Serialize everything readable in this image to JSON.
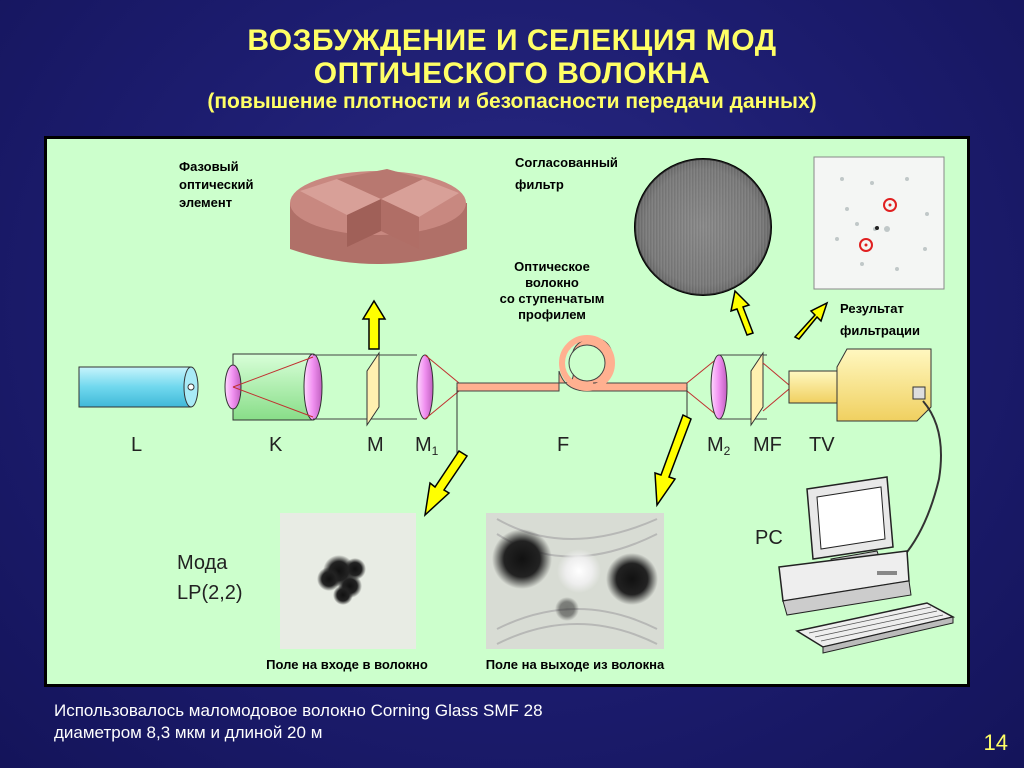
{
  "slide": {
    "title_line1": "ВОЗБУЖДЕНИЕ  И  СЕЛЕКЦИЯ МОД",
    "title_line2": "ОПТИЧЕСКОГО  ВОЛОКНА",
    "subtitle": "(повышение плотности и безопасности передачи данных)",
    "page_number": "14",
    "note_line1": "Использовалось маломодовое волокно  Corning Glass SMF 28",
    "note_line2": "диаметром 8,3 мкм и длиной 20 м"
  },
  "diagram": {
    "phase_element": [
      "Фазовый",
      "оптический",
      "элемент"
    ],
    "matched_filter": [
      "Согласованный",
      "фильтр"
    ],
    "fiber_label": [
      "Оптическое",
      "волокно",
      "со ступенчатым",
      "профилем"
    ],
    "result": [
      "Результат",
      "фильтрации"
    ],
    "mode": [
      "Мода",
      "LP(2,2)"
    ],
    "input_field": "Поле на входе в волокно",
    "output_field": "Поле на выходе из волокна",
    "pc": "PC",
    "components": {
      "L": "L",
      "K": "K",
      "M": "M",
      "M1_base": "M",
      "M1_sub": "1",
      "F": "F",
      "M2_base": "M",
      "M2_sub": "2",
      "MF": "MF",
      "TV": "TV"
    }
  },
  "colors": {
    "title": "#ffff66",
    "panel_bg": "#ccffcc",
    "fiber": "#ffb090",
    "phase_element": "#c08078",
    "arrow_fill": "#ffff00",
    "lens": "#f0a0f0",
    "laser": "#80e0f0",
    "tv_camera": "#ffee88"
  }
}
